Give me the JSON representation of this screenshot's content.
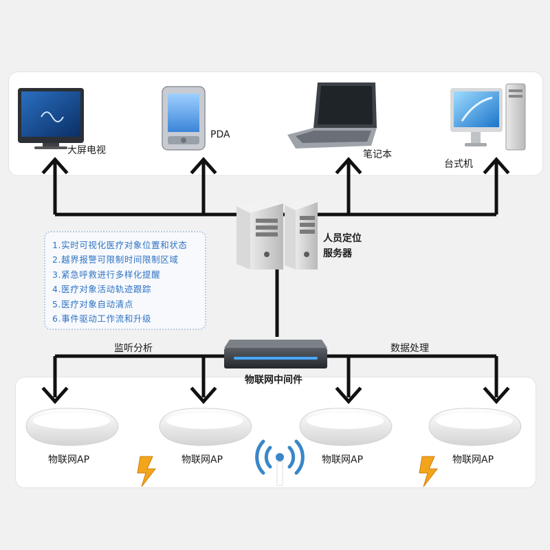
{
  "devices": {
    "tv_label": "大屏电视",
    "pda_label": "PDA",
    "laptop_label": "笔记本",
    "desktop_label": "台式机"
  },
  "server": {
    "label_line1": "人员定位",
    "label_line2": "服务器"
  },
  "middleware": {
    "label": "物联网中间件",
    "left_branch_label": "监听分析",
    "right_branch_label": "数据处理"
  },
  "features": [
    "1.实时可视化医疗对象位置和状态",
    "2.越界报警可限制时间限制区域",
    "3.紧急呼救进行多样化提醒",
    "4.医疗对象活动轨迹跟踪",
    "5.医疗对象自动清点",
    "6.事件驱动工作流和升级"
  ],
  "access_points": [
    {
      "label": "物联网AP"
    },
    {
      "label": "物联网AP"
    },
    {
      "label": "物联网AP"
    },
    {
      "label": "物联网AP"
    }
  ],
  "colors": {
    "arrow": "#111111",
    "feature_text": "#2f73c4",
    "wifi": "#3a86c8",
    "lightning": "#f2a51c"
  }
}
